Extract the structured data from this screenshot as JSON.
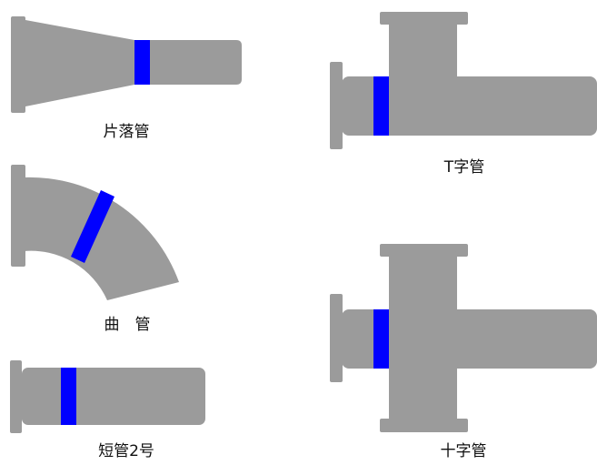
{
  "colors": {
    "pipe": "#9b9b9b",
    "band": "#0000ff",
    "background": "#ffffff"
  },
  "labels": {
    "reducer": "片落管",
    "tee": "T字管",
    "elbow": "曲　管",
    "short_pipe": "短管2号",
    "cross": "十字管"
  }
}
